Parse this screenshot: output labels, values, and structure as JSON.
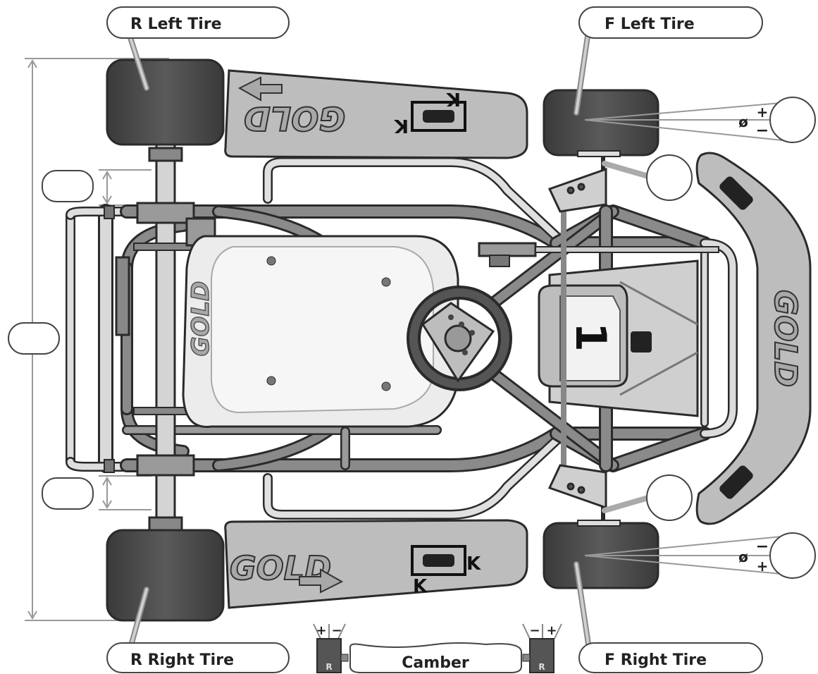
{
  "labels": {
    "rear_left_tire": "R Left Tire",
    "front_left_tire": "F Left Tire",
    "rear_right_tire": "R Right Tire",
    "front_right_tire": "F Right Tire",
    "camber": "Camber",
    "seat_number": "1"
  },
  "toe_marks": {
    "front_left": {
      "symbol": "ø",
      "plus": "+",
      "minus": "−"
    },
    "front_right": {
      "symbol": "ø",
      "minus": "−",
      "plus": "+"
    }
  },
  "camber_marks": {
    "left": {
      "plus": "+",
      "minus": "−",
      "badge": "R"
    },
    "right": {
      "minus": "−",
      "plus": "+",
      "badge": "R"
    }
  },
  "colors": {
    "tire": "#4a4a4a",
    "frame": "#7a7a7a",
    "panel": "#bdbdbd",
    "seat": "#e9e9e9",
    "outline": "#2a2a2a"
  }
}
